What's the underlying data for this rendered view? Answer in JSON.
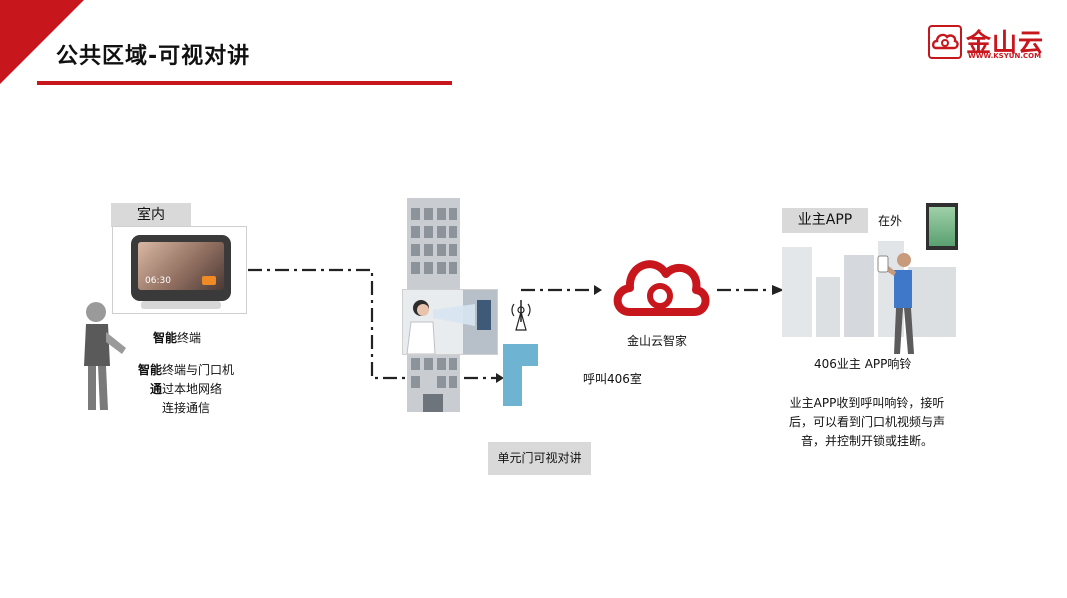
{
  "header": {
    "title": "公共区域-可视对讲",
    "logo_text": "金山云",
    "logo_sub": "WWW.KSYUN.COM"
  },
  "indoor": {
    "label": "室内",
    "screen_time": "06:30",
    "device_label_bold": "智能",
    "device_label_rest": "终端",
    "desc_line1_bold": "智能",
    "desc_line1_rest": "终端与门口机",
    "desc_line2_bold": "通",
    "desc_line2_rest": "过本地网络",
    "desc_line3": "连接通信"
  },
  "door": {
    "call_text": "呼叫406室",
    "caption": "单元门可视对讲"
  },
  "cloud": {
    "label": "金山云智家"
  },
  "owner": {
    "app_label": "业主APP",
    "outside_label": "在外",
    "ring_text": "406业主 APP响铃",
    "desc_line1": "业主APP收到呼叫响铃，接听",
    "desc_line2": "后，可以看到门口机视频与声",
    "desc_line3": "音，并控制开锁或挂断。"
  },
  "colors": {
    "accent": "#c8161d",
    "label_bg": "#d9d9d9",
    "line": "#222222"
  }
}
